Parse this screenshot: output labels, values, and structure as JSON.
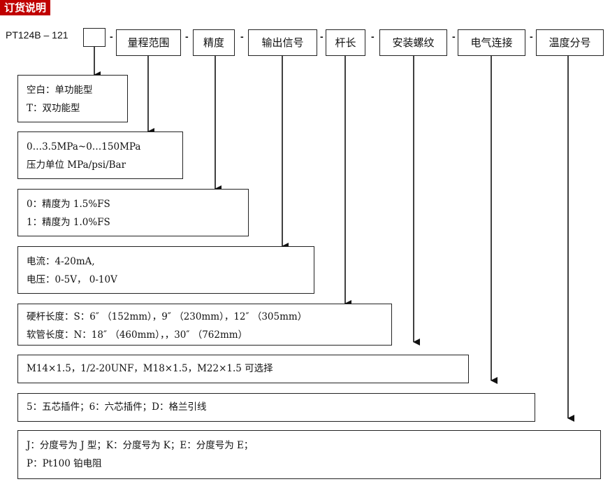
{
  "header": {
    "title": "订货说明"
  },
  "model": {
    "code": "PT124B – 121",
    "separator": "-"
  },
  "fields": [
    {
      "label": "量程范围"
    },
    {
      "label": "精度"
    },
    {
      "label": "输出信号"
    },
    {
      "label": "杆长"
    },
    {
      "label": "安装螺纹"
    },
    {
      "label": "电气连接"
    },
    {
      "label": "温度分号"
    }
  ],
  "descriptions": {
    "function": [
      "空白：单功能型",
      "T：双功能型"
    ],
    "range": [
      "0…3.5MPa~0…150MPa",
      "压力单位 MPa/psi/Bar"
    ],
    "accuracy": [
      "0：精度为 1.5%FS",
      "1：精度为 1.0%FS"
    ],
    "output": [
      "电流：4-20mA,",
      "电压：0-5V，  0-10V"
    ],
    "rod_length": [
      "硬杆长度：S：6″ （152mm），9″ （230mm），12″ （305mm）",
      "软管长度：N：18″ （460mm），，30″ （762mm）"
    ],
    "thread": [
      "M14×1.5，1/2-20UNF，M18×1.5，M22×1.5 可选择"
    ],
    "electrical": [
      "5：五芯插件；6：六芯插件；D：格兰引线"
    ],
    "temperature": [
      "J：分度号为 J 型；K：分度号为 K；E：分度号为 E；",
      "P：Pt100 铂电阻"
    ]
  },
  "colors": {
    "accent": "#c00000",
    "line": "#222222"
  }
}
